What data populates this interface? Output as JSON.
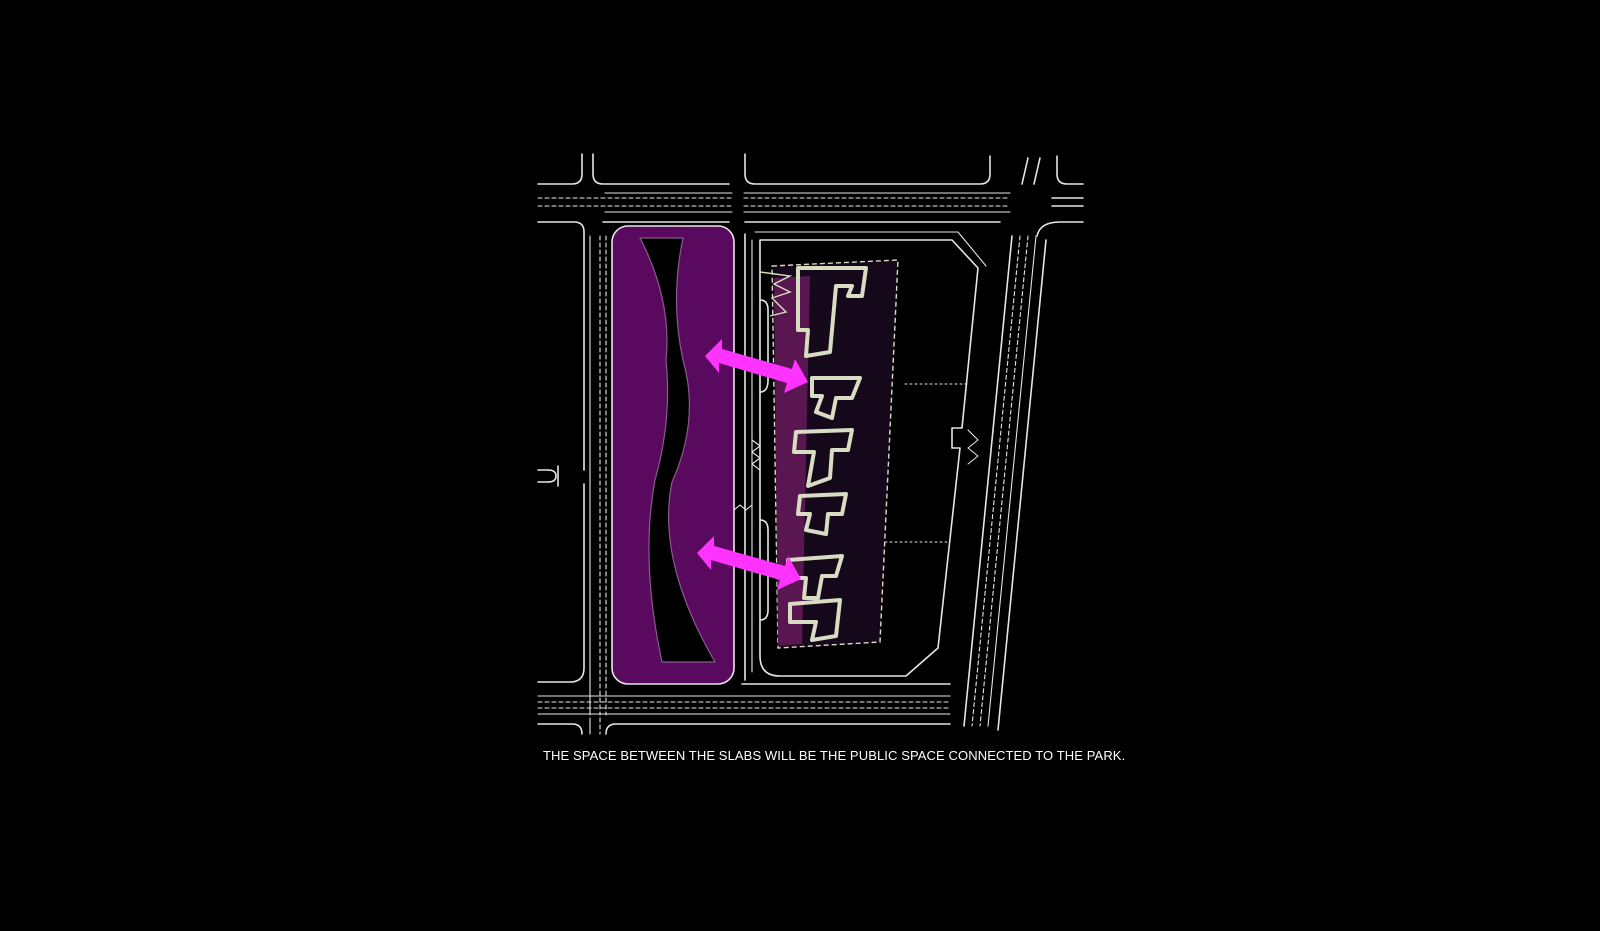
{
  "caption": "THE SPACE BETWEEN THE SLABS WILL BE THE PUBLIC SPACE CONNECTED TO THE PARK.",
  "colors": {
    "background": "#000000",
    "road_line": "#e6e6e6",
    "park_fill": "#5a0a5e",
    "arrow": "#ff33ff",
    "slab_outline": "#d8dcc2",
    "slab_fill": "#5a1650",
    "caption_text": "#ffffff"
  },
  "legend_icons": {
    "arrow": "double-headed-arrow-icon",
    "park": "park-area",
    "slabs": "building-slabs"
  }
}
